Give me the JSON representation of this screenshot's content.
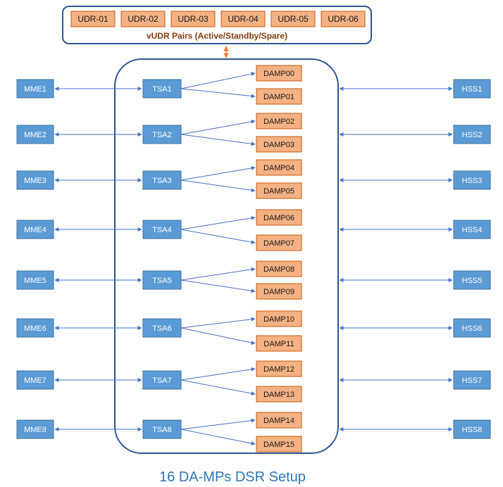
{
  "udr_group": {
    "caption": "vUDR Pairs (Active/Standby/Spare)",
    "items": [
      "UDR-01",
      "UDR-02",
      "UDR-03",
      "UDR-04",
      "UDR-05",
      "UDR-06"
    ]
  },
  "title": "16 DA-MPs DSR Setup",
  "rows": [
    {
      "mme": "MME1",
      "tsa": "TSA1",
      "damp_a": "DAMP00",
      "damp_b": "DAMP01",
      "hss": "HSS1"
    },
    {
      "mme": "MME2",
      "tsa": "TSA2",
      "damp_a": "DAMP02",
      "damp_b": "DAMP03",
      "hss": "HSS2"
    },
    {
      "mme": "MME3",
      "tsa": "TSA3",
      "damp_a": "DAMP04",
      "damp_b": "DAMP05",
      "hss": "HSS3"
    },
    {
      "mme": "MME4",
      "tsa": "TSA4",
      "damp_a": "DAMP06",
      "damp_b": "DAMP07",
      "hss": "HSS4"
    },
    {
      "mme": "MME5",
      "tsa": "TSA5",
      "damp_a": "DAMP08",
      "damp_b": "DAMP09",
      "hss": "HSS5"
    },
    {
      "mme": "MME6",
      "tsa": "TSA6",
      "damp_a": "DAMP10",
      "damp_b": "DAMP11",
      "hss": "HSS6"
    },
    {
      "mme": "MME7",
      "tsa": "TSA7",
      "damp_a": "DAMP12",
      "damp_b": "DAMP13",
      "hss": "HSS7"
    },
    {
      "mme": "MME8",
      "tsa": "TSA8",
      "damp_a": "DAMP14",
      "damp_b": "DAMP15",
      "hss": "HSS8"
    }
  ],
  "colors": {
    "node_blue": "#5b9bd5",
    "node_orange": "#f4b183",
    "connector": "#4472c4",
    "container_border": "#2f5597",
    "udr_arrow": "#ed7d31",
    "title": "#2e75b6",
    "caption": "#843c0c"
  }
}
